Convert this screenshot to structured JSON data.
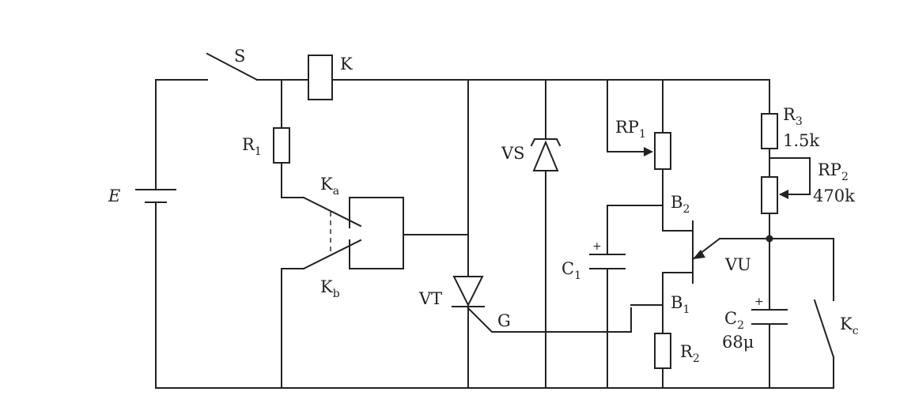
{
  "labels": {
    "switch_s": "S",
    "relay_k": "K",
    "battery": "E",
    "r1": {
      "main": "R",
      "sub": "1"
    },
    "ka": {
      "main": "K",
      "sub": "a"
    },
    "kb": {
      "main": "K",
      "sub": "b"
    },
    "vs": "VS",
    "vt": "VT",
    "gate": "G",
    "rp1": {
      "main": "RP",
      "sub": "1"
    },
    "b2": {
      "main": "B",
      "sub": "2"
    },
    "b1": {
      "main": "B",
      "sub": "1"
    },
    "c1": {
      "main": "C",
      "sub": "1"
    },
    "c1_plus": "+",
    "r2": {
      "main": "R",
      "sub": "2"
    },
    "r3": {
      "main": "R",
      "sub": "3"
    },
    "r3_value": "1.5k",
    "rp2": {
      "main": "RP",
      "sub": "2"
    },
    "rp2_value": "470k",
    "vu": "VU",
    "c2": {
      "main": "C",
      "sub": "2"
    },
    "c2_value": "68μ",
    "c2_plus": "+",
    "kc": {
      "main": "K",
      "sub": "c"
    }
  }
}
